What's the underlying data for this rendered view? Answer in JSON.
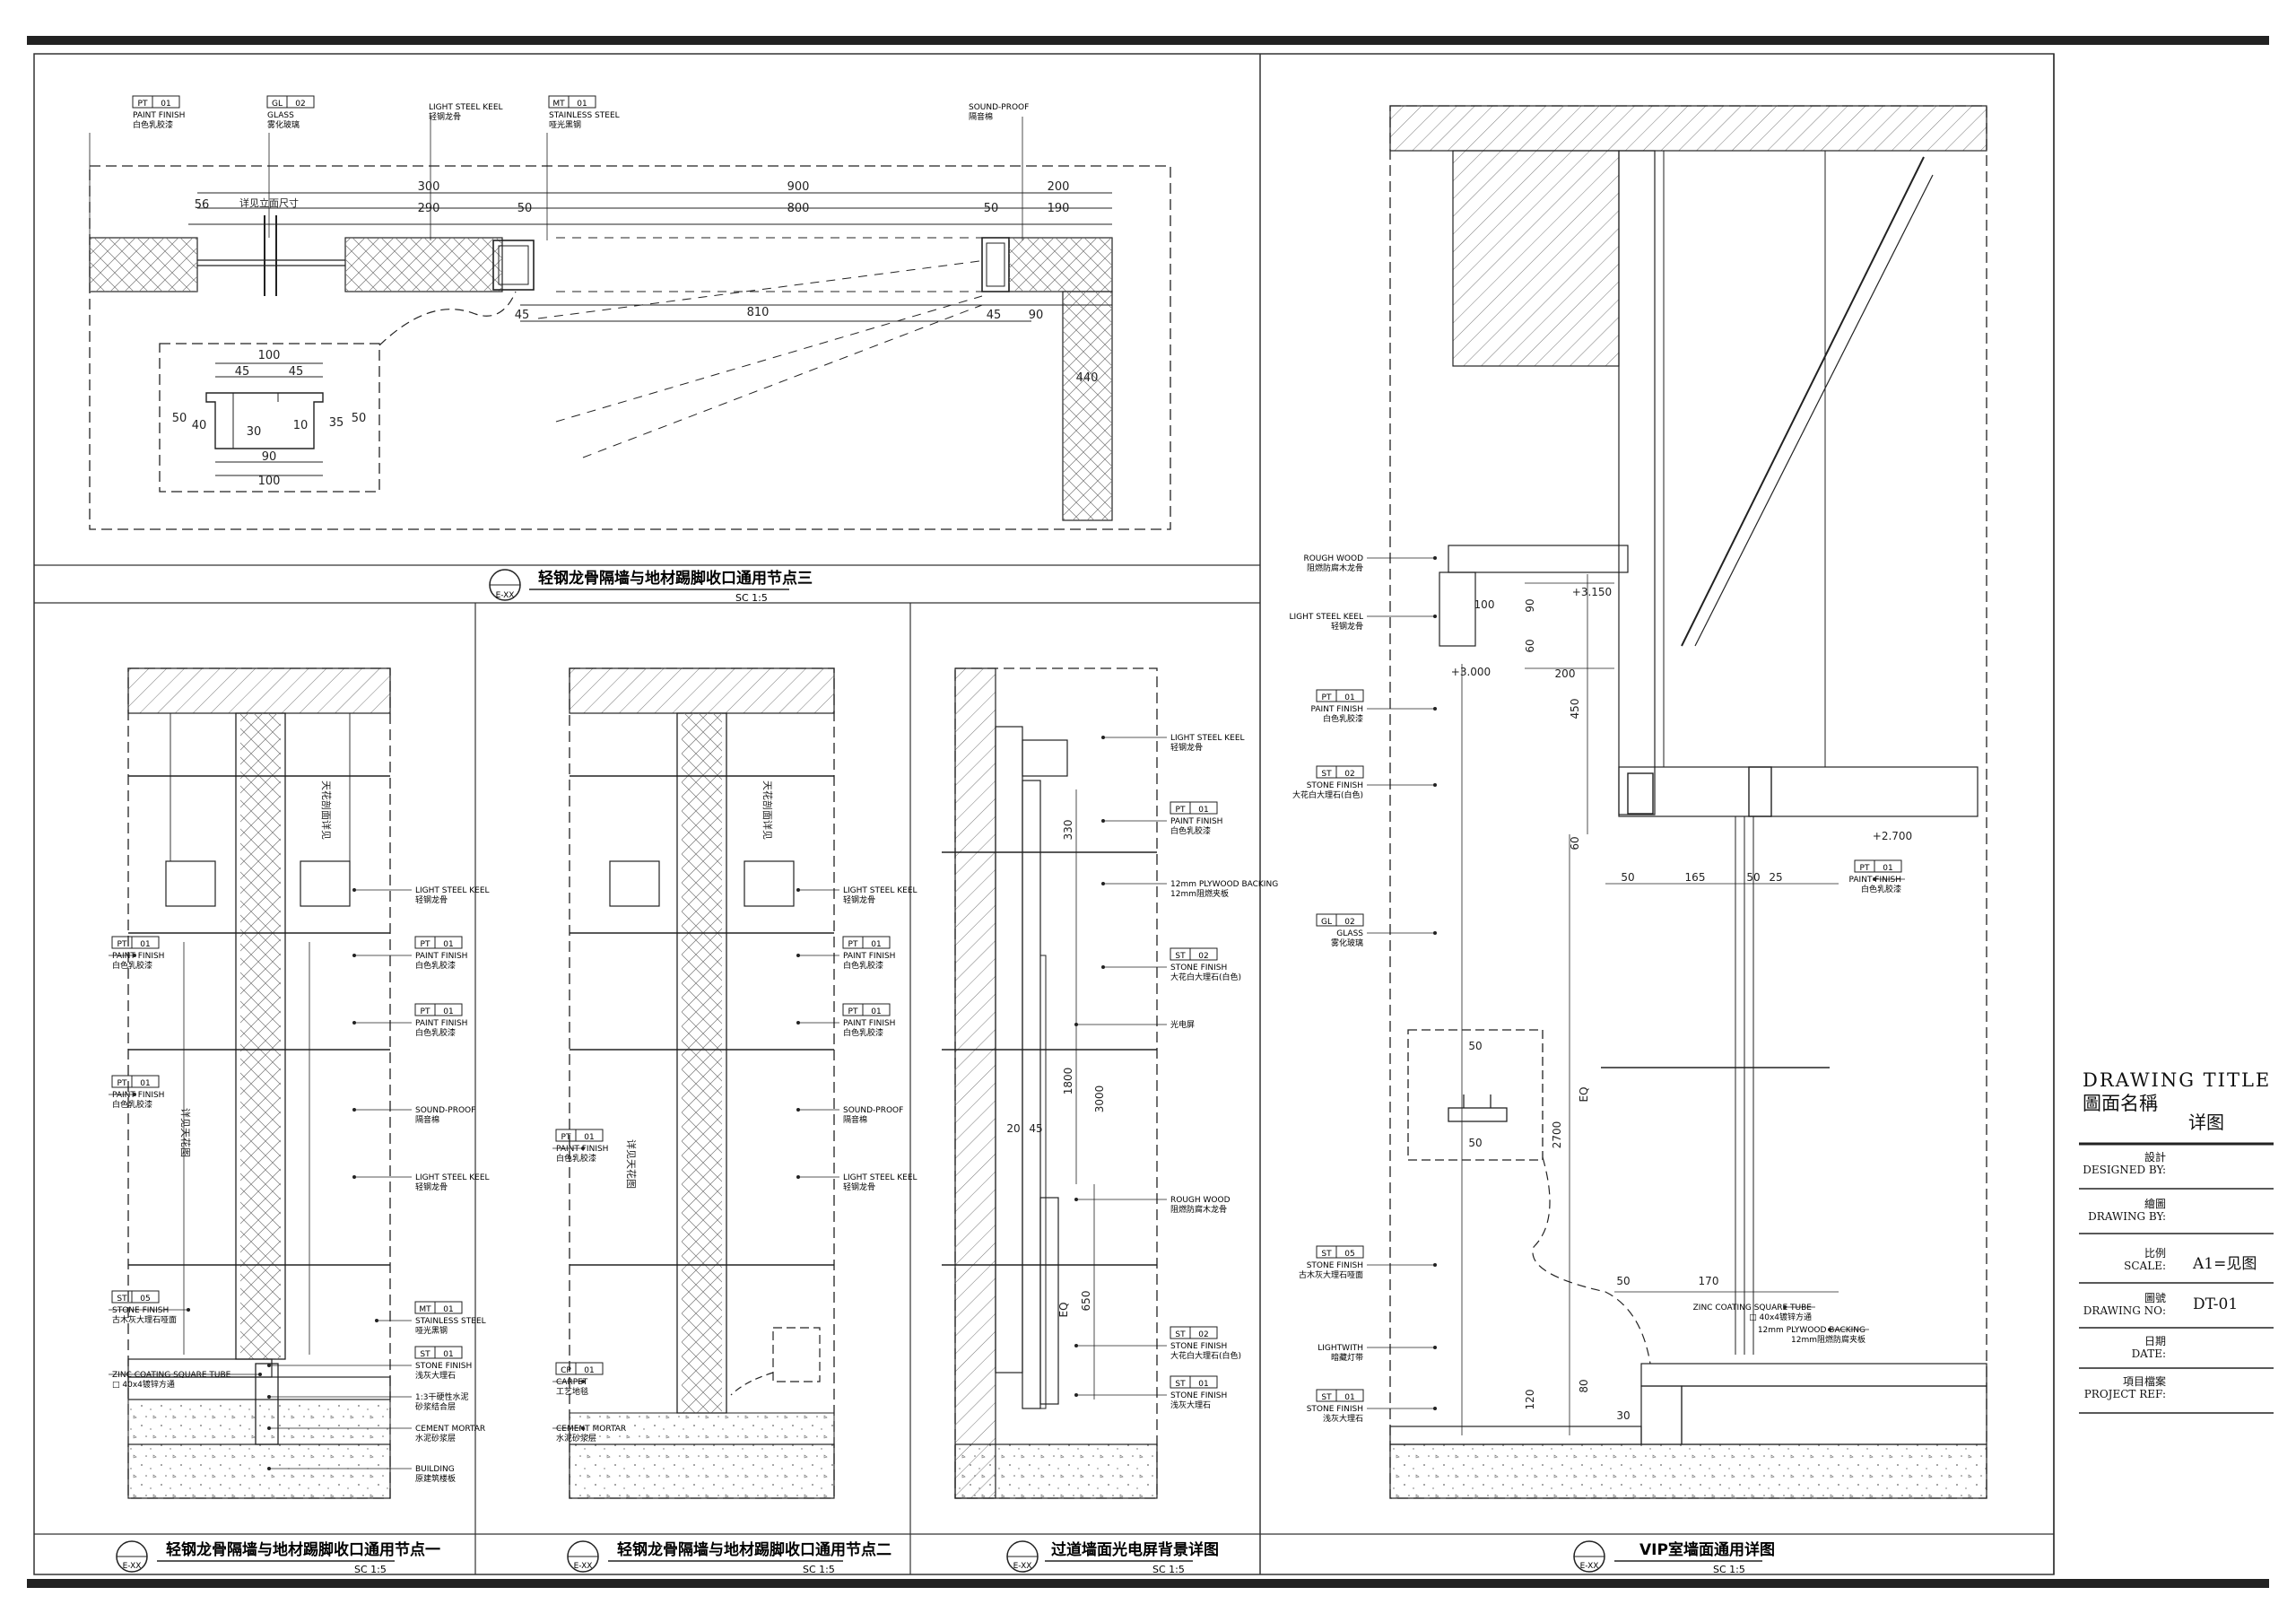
{
  "title_block": {
    "drawing_title_en": "DRAWING  TITLE",
    "drawing_title_cn": "圖面名稱",
    "drawing_title_value": "详图",
    "rows": [
      {
        "cn": "設計",
        "en": "DESIGNED BY:",
        "value": ""
      },
      {
        "cn": "繪圖",
        "en": "DRAWING BY:",
        "value": ""
      },
      {
        "cn": "比例",
        "en": "SCALE:",
        "value": "A1=见图"
      },
      {
        "cn": "圖號",
        "en": "DRAWING NO:",
        "value": "DT-01"
      },
      {
        "cn": "日期",
        "en": "DATE:",
        "value": ""
      },
      {
        "cn": "項目檔案",
        "en": "PROJECT REF:",
        "value": ""
      }
    ]
  },
  "panels": {
    "p3": {
      "title": "轻钢龙骨隔墙与地材踢脚收口通用节点三",
      "tag": "E-XX",
      "scale": "SC  1:5"
    },
    "p1": {
      "title": "轻钢龙骨隔墙与地材踢脚收口通用节点一",
      "tag": "E-XX",
      "scale": "SC  1:5"
    },
    "p2": {
      "title": "轻钢龙骨隔墙与地材踢脚收口通用节点二",
      "tag": "E-XX",
      "scale": "SC  1:5"
    },
    "p4": {
      "title": "过道墙面光电屏背景详图",
      "tag": "E-XX",
      "scale": "SC  1:5"
    },
    "p5": {
      "title": "VIP室墙面通用详图",
      "tag": "E-XX",
      "scale": "SC  1:5"
    }
  },
  "top_notes": [
    {
      "code": "PT",
      "num": "01",
      "en": "PAINT FINISH",
      "cn": "白色乳胶漆"
    },
    {
      "code": "GL",
      "num": "02",
      "en": "GLASS",
      "cn": "雾化玻璃"
    },
    {
      "code": "",
      "num": "",
      "en": "LIGHT STEEL KEEL",
      "cn": "轻钢龙骨"
    },
    {
      "code": "MT",
      "num": "01",
      "en": "STAINLESS STEEL",
      "cn": "哑光黑钢"
    },
    {
      "code": "",
      "num": "",
      "en": "SOUND-PROOF",
      "cn": "隔音棉"
    }
  ],
  "top_dims": {
    "d56": "56",
    "d300": "300",
    "d290": "290",
    "d900": "900",
    "d800": "800",
    "d200": "200",
    "d190": "190",
    "d50a": "50",
    "d50b": "50",
    "d45a": "45",
    "d45b": "45",
    "d810": "810",
    "d90": "90",
    "d100a": "100",
    "d45c": "45",
    "d45d": "45",
    "d100b": "100",
    "d90b": "90",
    "d40": "40",
    "d50c": "50",
    "d30": "30",
    "d10": "10",
    "d35": "35",
    "d50d": "50",
    "d440": "440",
    "note": "详见立面尺寸"
  },
  "p1_notes": [
    {
      "code": "PT",
      "num": "01",
      "en": "PAINT FINISH",
      "cn": "白色乳胶漆"
    },
    {
      "code": "PT",
      "num": "01",
      "en": "PAINT FINISH",
      "cn": "白色乳胶漆"
    },
    {
      "code": "ST",
      "num": "05",
      "en": "STONE FINISH",
      "cn": "古木灰大理石哑面"
    },
    {
      "code": "",
      "num": "",
      "en": "ZINC COATING SQUARE TUBE",
      "cn": "□ 40x4镀锌方通"
    },
    {
      "code": "",
      "num": "",
      "en": "LIGHT STEEL KEEL",
      "cn": "轻钢龙骨"
    },
    {
      "code": "PT",
      "num": "01",
      "en": "PAINT FINISH",
      "cn": "白色乳胶漆"
    },
    {
      "code": "PT",
      "num": "01",
      "en": "PAINT FINISH",
      "cn": "白色乳胶漆"
    },
    {
      "code": "",
      "num": "",
      "en": "SOUND-PROOF",
      "cn": "隔音棉"
    },
    {
      "code": "",
      "num": "",
      "en": "LIGHT STEEL KEEL",
      "cn": "轻钢龙骨"
    },
    {
      "code": "MT",
      "num": "01",
      "en": "STAINLESS STEEL",
      "cn": "哑光黑钢"
    },
    {
      "code": "ST",
      "num": "01",
      "en": "STONE FINISH",
      "cn": "浅灰大理石"
    },
    {
      "code": "",
      "num": "",
      "en": "1:3干硬性水泥",
      "cn": "砂浆结合层"
    },
    {
      "code": "",
      "num": "",
      "en": "CEMENT MORTAR",
      "cn": "水泥砂浆层"
    },
    {
      "code": "",
      "num": "",
      "en": "BUILDING",
      "cn": "原建筑楼板"
    }
  ],
  "p2_notes": [
    {
      "code": "PT",
      "num": "01",
      "en": "PAINT FINISH",
      "cn": "白色乳胶漆"
    },
    {
      "code": "CP",
      "num": "01",
      "en": "CARPET",
      "cn": "工艺地毯"
    },
    {
      "code": "",
      "num": "",
      "en": "CEMENT MORTAR",
      "cn": "水泥砂浆层"
    },
    {
      "code": "",
      "num": "",
      "en": "LIGHT STEEL KEEL",
      "cn": "轻钢龙骨"
    },
    {
      "code": "PT",
      "num": "01",
      "en": "PAINT FINISH",
      "cn": "白色乳胶漆"
    },
    {
      "code": "PT",
      "num": "01",
      "en": "PAINT FINISH",
      "cn": "白色乳胶漆"
    },
    {
      "code": "",
      "num": "",
      "en": "SOUND-PROOF",
      "cn": "隔音棉"
    },
    {
      "code": "",
      "num": "",
      "en": "LIGHT STEEL KEEL",
      "cn": "轻钢龙骨"
    }
  ],
  "p4_notes": [
    {
      "code": "",
      "num": "",
      "en": "LIGHT STEEL KEEL",
      "cn": "轻钢龙骨"
    },
    {
      "code": "PT",
      "num": "01",
      "en": "PAINT FINISH",
      "cn": "白色乳胶漆"
    },
    {
      "code": "",
      "num": "",
      "en": "12mm PLYWOOD BACKING",
      "cn": "12mm阻燃夹板"
    },
    {
      "code": "ST",
      "num": "02",
      "en": "STONE FINISH",
      "cn": "大花白大理石(白色)"
    },
    {
      "code": "",
      "num": "",
      "en": "光电屏",
      "cn": ""
    },
    {
      "code": "",
      "num": "",
      "en": "ROUGH WOOD",
      "cn": "阻燃防腐木龙骨"
    },
    {
      "code": "ST",
      "num": "02",
      "en": "STONE FINISH",
      "cn": "大花白大理石(白色)"
    },
    {
      "code": "ST",
      "num": "01",
      "en": "STONE FINISH",
      "cn": "浅灰大理石"
    }
  ],
  "p5_notes": [
    {
      "code": "",
      "num": "",
      "en": "ROUGH WOOD",
      "cn": "阻燃防腐木龙骨"
    },
    {
      "code": "",
      "num": "",
      "en": "LIGHT STEEL KEEL",
      "cn": "轻钢龙骨"
    },
    {
      "code": "PT",
      "num": "01",
      "en": "PAINT FINISH",
      "cn": "白色乳胶漆"
    },
    {
      "code": "ST",
      "num": "02",
      "en": "STONE FINISH",
      "cn": "大花白大理石(白色)"
    },
    {
      "code": "GL",
      "num": "02",
      "en": "GLASS",
      "cn": "雾化玻璃"
    },
    {
      "code": "ST",
      "num": "05",
      "en": "STONE FINISH",
      "cn": "古木灰大理石哑面"
    },
    {
      "code": "",
      "num": "",
      "en": "LIGHTWITH",
      "cn": "暗藏灯带"
    },
    {
      "code": "ST",
      "num": "01",
      "en": "STONE FINISH",
      "cn": "浅灰大理石"
    },
    {
      "code": "PT",
      "num": "01",
      "en": "PAINT FINISH",
      "cn": "白色乳胶漆"
    },
    {
      "code": "",
      "num": "",
      "en": "ZINC COATING SQUARE TUBE",
      "cn": "□ 40x4镀锌方通"
    },
    {
      "code": "",
      "num": "",
      "en": "12mm PLYWOOD BACKING",
      "cn": "12mm阻燃防腐夹板"
    }
  ],
  "p5_dims": {
    "lv1": "+3.150",
    "lv2": "+3.000",
    "lv3": "+2.700",
    "d100": "100",
    "d90": "90",
    "d60": "60",
    "d200": "200",
    "d450": "450",
    "d50": "50",
    "d165": "165",
    "d25": "25",
    "eq": "EQ",
    "d2700": "2700",
    "d170": "170",
    "d120": "120",
    "d80": "80",
    "d30": "30"
  },
  "p4_dims": {
    "d330": "330",
    "d1800": "1800",
    "d3000": "3000",
    "d650": "650",
    "eq": "EQ",
    "d45": "45",
    "d20": "20"
  },
  "vertical_notes": {
    "ceiling": "天花剖面详见",
    "wall": "详见天花图"
  }
}
